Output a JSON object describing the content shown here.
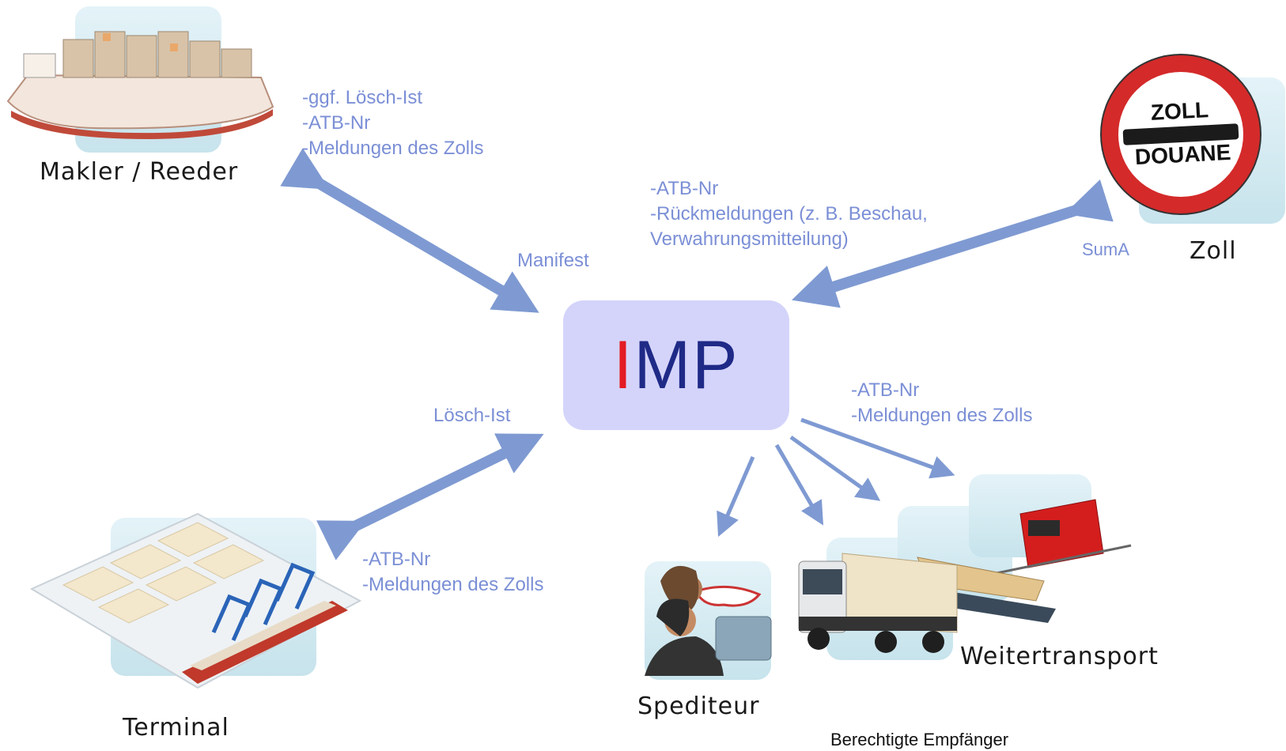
{
  "center": {
    "prefix": "I",
    "rest": "MP"
  },
  "nodes": {
    "makler": "Makler / Reeder",
    "zoll": "Zoll",
    "terminal": "Terminal",
    "spediteur": "Spediteur",
    "weitertransport": "Weitertransport",
    "empfaenger": "Berechtigte Empfänger"
  },
  "flows": {
    "makler_info": "-ggf. Lösch-Ist\n-ATB-Nr\n-Meldungen des Zolls",
    "manifest": "Manifest",
    "zoll_info": "-ATB-Nr\n-Rückmeldungen (z. B. Beschau,\nVerwahrungsmitteilung)",
    "suma": "SumA",
    "loesch_ist": "Lösch-Ist",
    "terminal_info": "-ATB-Nr\n-Meldungen des Zolls",
    "empfaenger_info": "-ATB-Nr\n-Meldungen des Zolls"
  },
  "sign": {
    "top": "ZOLL",
    "bottom": "DOUANE"
  },
  "colors": {
    "arrow": "#7f9ad2",
    "imp_box": "#d4d4fb",
    "imp_text": "#1f2a87",
    "imp_accent": "#e31b23",
    "flow_text": "#7b8fd6"
  }
}
